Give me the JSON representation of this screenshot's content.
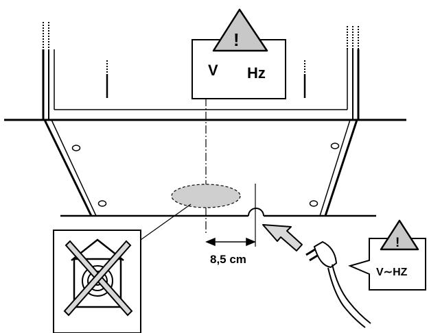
{
  "warning_box_main": {
    "symbol": "!",
    "voltage_label": "V",
    "frequency_label": "Hz"
  },
  "warning_box_plug": {
    "symbol": "!",
    "label": "V∼HZ"
  },
  "dimension": {
    "label": "8,5 cm"
  },
  "icons": {
    "warning": "warning-triangle-icon",
    "prohibited": "no-socket-icon",
    "arrow": "insertion-arrow-icon",
    "plug": "power-plug-icon"
  },
  "colors": {
    "fill_gray": "#cfcfcf",
    "stroke": "#000000",
    "background": "#ffffff"
  }
}
